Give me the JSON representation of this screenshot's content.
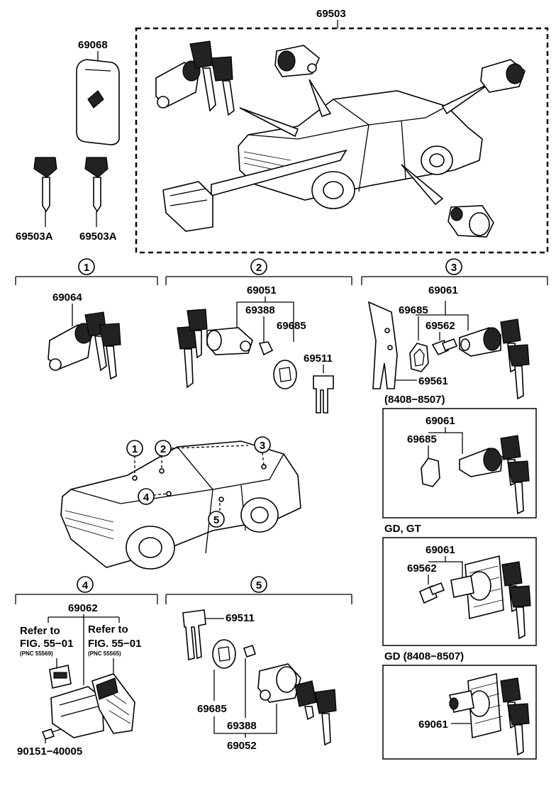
{
  "main_assembly": {
    "part_number": "69503",
    "key_case": "69068",
    "keys": [
      "69503A",
      "69503A"
    ]
  },
  "callouts": [
    "1",
    "2",
    "3",
    "4",
    "5"
  ],
  "group1": {
    "callout": "1",
    "parts": [
      "69064"
    ]
  },
  "group2": {
    "callout": "2",
    "parts": [
      "69051",
      "69388",
      "69685",
      "69511"
    ]
  },
  "group3": {
    "callout": "3",
    "parts": [
      "69061",
      "69685",
      "69562",
      "69561"
    ],
    "variants": [
      {
        "label": "(8408−8507)",
        "parts": [
          "69061",
          "69685"
        ]
      },
      {
        "label": "GD, GT",
        "parts": [
          "69061",
          "69562"
        ]
      },
      {
        "label": "GD (8408−8507)",
        "parts": [
          "69061"
        ]
      }
    ]
  },
  "group4": {
    "callout": "4",
    "parts": [
      "69062",
      "90151−40005"
    ],
    "ref_left": {
      "line1": "Refer to",
      "line2": "FIG. 55−01",
      "line3": "(PNC 55569)"
    },
    "ref_right": {
      "line1": "Refer to",
      "line2": "FIG. 55−01",
      "line3": "(PNC 55565)"
    }
  },
  "group5": {
    "callout": "5",
    "parts": [
      "69511",
      "69685",
      "69388",
      "69052"
    ]
  }
}
